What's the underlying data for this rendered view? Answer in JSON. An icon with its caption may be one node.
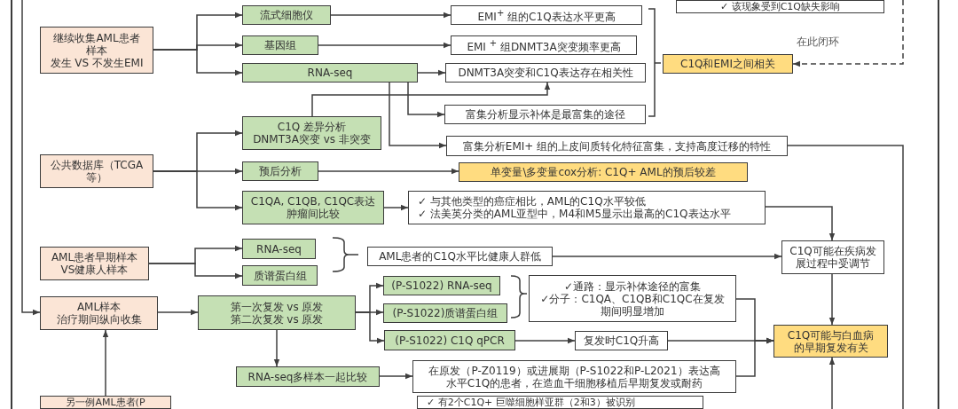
{
  "diagram": {
    "nodes": [
      {
        "text": [
          "✓ 该现象受到C1Q缺失影响"
        ]
      },
      {
        "text": [
          "继续收集AML患者样本",
          "发生 VS 不发生EMI"
        ]
      },
      {
        "text": [
          "流式细胞仪"
        ]
      },
      {
        "text": [
          "EMI$^{+}$ 组的C1Q表达水平更高"
        ]
      },
      {
        "text": [
          "基因组"
        ]
      },
      {
        "text": [
          "EMI $^{+}$ 组DNMT3A突变频率更高"
        ]
      },
      {
        "text": [
          "C1Q和EMI之间相关"
        ]
      },
      {
        "text": [
          "RNA-seq"
        ]
      },
      {
        "text": [
          "DNMT3A突变和C1Q表达存在相关性"
        ]
      },
      {
        "text": [
          "富集分析显示补体是最富集的途径"
        ]
      },
      {
        "text": [
          "C1Q 差异分析",
          "DNMT3A突变 vs 非突变"
        ]
      },
      {
        "text": [
          "公共数据库（TCGA等）"
        ]
      },
      {
        "text": [
          "富集分析EMI+ 组的上皮间质转化特征富集，支持高度迁移的特性"
        ]
      },
      {
        "text": [
          "预后分析"
        ]
      },
      {
        "text": [
          "单变量\\多变量cox分析: C1Q+ AML的预后较差"
        ]
      },
      {
        "text": [
          "C1QA, C1QB, C1QC表达肿瘤间比较"
        ]
      },
      {
        "text": [
          "✓ 与其他类型的癌症相比，AML的C1Q水平较低",
          "✓ 法美英分类的AML亚型中，M4和M5显示出最高的C1Q表达水平"
        ]
      },
      {
        "text": [
          "AML患者早期样本",
          "VS健康人样本"
        ]
      },
      {
        "text": [
          "RNA-seq"
        ]
      },
      {
        "text": [
          "质谱蛋白组"
        ]
      },
      {
        "text": [
          "AML患者的C1Q水平比健康人群低"
        ]
      },
      {
        "text": [
          "C1Q可能在疾病发展过程中受调节"
        ]
      },
      {
        "text": [
          "(P-S1022) RNA-seq"
        ]
      },
      {
        "text": [
          "✓通路：显示补体途径的富集",
          "✓分子：C1QA、C1QB和C1QC在复发期间明显增加"
        ]
      },
      {
        "text": [
          "AML样本",
          "治疗期间纵向收集"
        ]
      },
      {
        "text": [
          "第一次复发 vs 原发",
          "第二次复发 vs 原发"
        ]
      },
      {
        "text": [
          "(P-S1022)质谱蛋白组"
        ]
      },
      {
        "text": [
          "C1Q可能与白血病的早期复发有关"
        ]
      },
      {
        "text": [
          "(P-S1022) C1Q qPCR"
        ]
      },
      {
        "text": [
          "复发时C1Q升高"
        ]
      },
      {
        "text": [
          "RNA-seq多样本一起比较"
        ]
      },
      {
        "text": [
          "在原发（P-Z0119）或进展期（P-S1022和P-L2021）表达高水平C1Q的患者，在造血干细胞移植后早期复发或耐药"
        ]
      },
      {
        "text": [
          "另一例AML患者(P"
        ]
      },
      {
        "text": [
          "✓ 有2个C1Q+ 巨噬细胞样亚群（2和3）被识别"
        ]
      }
    ],
    "edges": [
      {
        "from": 1,
        "to": 2,
        "arrow": "to"
      },
      {
        "from": 1,
        "to": 4,
        "arrow": "to"
      },
      {
        "from": 1,
        "to": 7,
        "arrow": "to"
      },
      {
        "from": 2,
        "to": 3,
        "arrow": "to"
      },
      {
        "from": 4,
        "to": 5,
        "arrow": "to"
      },
      {
        "from": 7,
        "to": 8,
        "arrow": "to"
      },
      {
        "from": 10,
        "to": 8,
        "arrow": "to"
      },
      {
        "from": 7,
        "to": 9,
        "arrow": "to"
      },
      {
        "from": 7,
        "to": 12,
        "arrow": "to"
      },
      {
        "from": null,
        "to": 6,
        "arrow": "to",
        "style": "dashed",
        "label": "在此闭环"
      },
      {
        "from": 11,
        "to": 10,
        "arrow": "to"
      },
      {
        "from": 11,
        "to": 13,
        "arrow": "to"
      },
      {
        "from": 11,
        "to": 15,
        "arrow": "to"
      },
      {
        "from": 13,
        "to": 14,
        "arrow": "to"
      },
      {
        "from": 15,
        "to": 16,
        "arrow": "to"
      },
      {
        "from": 16,
        "to": 21,
        "arrow": "to"
      },
      {
        "from": 12,
        "to": null,
        "arrow": "none"
      },
      {
        "from": 17,
        "to": 18,
        "arrow": "to"
      },
      {
        "from": 17,
        "to": 19,
        "arrow": "to"
      },
      {
        "from": 20,
        "to": 21,
        "arrow": "to"
      },
      {
        "from": 21,
        "to": 27,
        "arrow": "to"
      },
      {
        "from": null,
        "to": 24,
        "arrow": "to"
      },
      {
        "from": 24,
        "to": 25,
        "arrow": "to"
      },
      {
        "from": 25,
        "to": 22,
        "arrow": "to"
      },
      {
        "from": 25,
        "to": 26,
        "arrow": "to"
      },
      {
        "from": 25,
        "to": 28,
        "arrow": "to"
      },
      {
        "from": 28,
        "to": 29,
        "arrow": "to"
      },
      {
        "from": 25,
        "to": 30,
        "arrow": "to"
      },
      {
        "from": 30,
        "to": 31,
        "arrow": "to"
      },
      {
        "from": 23,
        "to": 27,
        "arrow": "to"
      },
      {
        "from": 31,
        "to": 27,
        "arrow": "to"
      },
      {
        "from": 29,
        "to": 27,
        "arrow": "to"
      },
      {
        "from": null,
        "to": 27,
        "arrow": "to"
      },
      {
        "from": 32,
        "to": 24,
        "arrow": "to"
      }
    ]
  }
}
